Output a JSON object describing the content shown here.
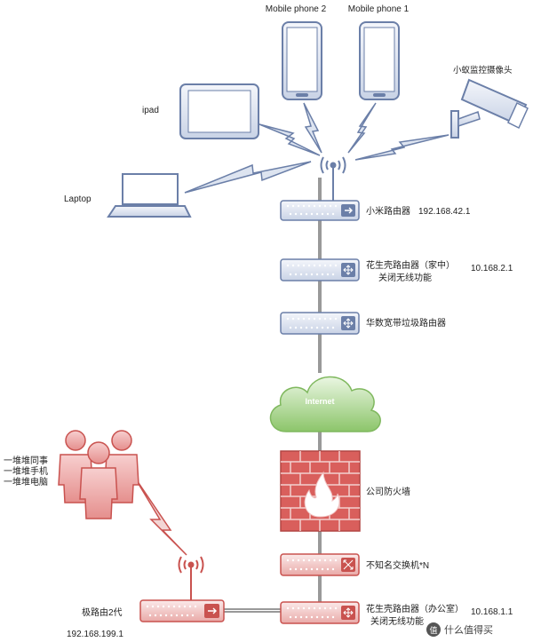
{
  "devices": {
    "mobile2": "Mobile phone 2",
    "mobile1": "Mobile phone 1",
    "ipad": "ipad",
    "laptop": "Laptop",
    "camera": "小蚁监控摄像头",
    "xiaomi_router": "小米路由器",
    "xiaomi_ip": "192.168.42.1",
    "hsk_home_line1": "花生壳路由器（家中）",
    "hsk_home_line2": "关闭无线功能",
    "hsk_home_ip": "10.168.2.1",
    "huashu": "华数宽带垃圾路由器",
    "internet": "Internet",
    "firewall": "公司防火墙",
    "switch": "不知名交换机*N",
    "hsk_office_line1": "花生壳路由器（办公室）",
    "hsk_office_line2": "关闭无线功能",
    "hsk_office_ip": "10.168.1.1",
    "users_line1": "一堆堆同事",
    "users_line2": "一堆堆手机",
    "users_line3": "一堆堆电脑",
    "jiluyou": "极路由2代",
    "jiluyou_ip": "192.168.199.1"
  },
  "watermark": "值 什么值得买",
  "colors": {
    "blue_stroke": "#6b7fa8",
    "blue_fill": "#dde4f0",
    "red_stroke": "#c9524f",
    "red_fill": "#f3d6d5",
    "cloud_fill": "#a8d48a",
    "wall_red": "#d95f5c"
  }
}
